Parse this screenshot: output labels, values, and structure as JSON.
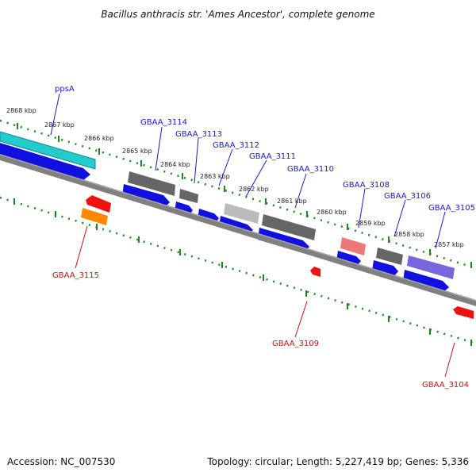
{
  "title": "Bacillus anthracis str. 'Ames Ancestor', complete genome",
  "footer": {
    "accession": "Accession: NC_007530",
    "summary": "Topology: circular; Length: 5,227,419 bp; Genes: 5,336"
  },
  "colors": {
    "backbone": "#808080",
    "tick": "#1a8a1a",
    "forward_cds": "#1010e0",
    "label_forward": "#1a1acc",
    "label_reverse": "#cc1111",
    "cyan": "#22cccc",
    "dark_gray": "#666666",
    "light_gray": "#bbbbbb",
    "pink": "#ee7777",
    "purple": "#7766dd",
    "red": "#ee1111",
    "orange": "#ff8800"
  },
  "kbp_labels": [
    "2868 kbp",
    "2867 kbp",
    "2866 kbp",
    "2865 kbp",
    "2864 kbp",
    "2863 kbp",
    "2862 kbp",
    "2861 kbp",
    "2860 kbp",
    "2859 kbp",
    "2858 kbp",
    "2857 kbp"
  ],
  "gene_labels": {
    "ppsA": "ppsA",
    "GBAA_3114": "GBAA_3114",
    "GBAA_3113": "GBAA_3113",
    "GBAA_3112": "GBAA_3112",
    "GBAA_3111": "GBAA_3111",
    "GBAA_3110": "GBAA_3110",
    "GBAA_3108": "GBAA_3108",
    "GBAA_3106": "GBAA_3106",
    "GBAA_3105": "GBAA_3105",
    "GBAA_3115": "GBAA_3115",
    "GBAA_3109": "GBAA_3109",
    "GBAA_3104": "GBAA_3104"
  }
}
